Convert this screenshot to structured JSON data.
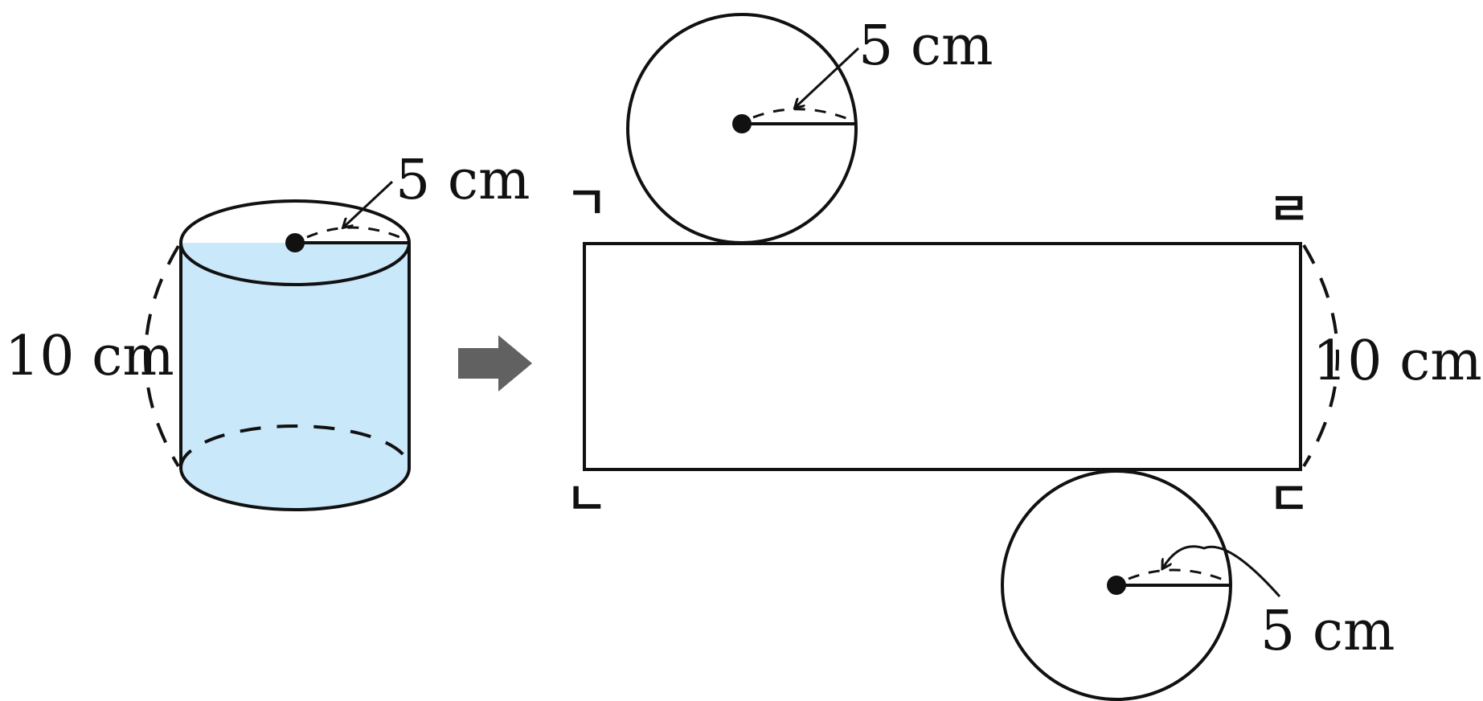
{
  "colors": {
    "face_fill": "#c9e8fa",
    "top_fill": "#e6f4fd",
    "stroke": "#111111",
    "arrow": "#616161"
  },
  "cylinder": {
    "radius_label": "5 cm",
    "height_label": "10 cm"
  },
  "net": {
    "top_circle_radius_label": "5 cm",
    "bottom_circle_radius_label": "5 cm",
    "side_height_label": "10 cm",
    "corner_top_left": "ㄱ",
    "corner_bottom_left": "ㄴ",
    "corner_bottom_right": "ㄷ",
    "corner_top_right": "ㄹ"
  },
  "transition_icon": "right-arrow-icon"
}
